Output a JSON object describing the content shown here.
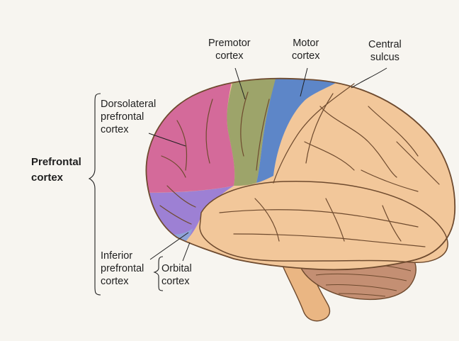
{
  "labels": {
    "premotor": [
      "Premotor",
      "cortex"
    ],
    "motor": [
      "Motor",
      "cortex"
    ],
    "central": [
      "Central",
      "sulcus"
    ],
    "dorsolateral": [
      "Dorsolateral",
      "prefrontal",
      "cortex"
    ],
    "prefrontal": [
      "Prefrontal",
      "cortex"
    ],
    "inferior": [
      "Inferior",
      "prefrontal",
      "cortex"
    ],
    "orbital": [
      "Orbital",
      "cortex"
    ]
  },
  "colors": {
    "background": "#f7f5f0",
    "cortex_tan": "#f2c79a",
    "dorsolateral": "#d46a9a",
    "premotor": "#9da46a",
    "motor": "#5d86c8",
    "inferior": "#9d80d4",
    "cerebellum": "#c48f73",
    "brainstem": "#eab683",
    "text": "#1f1f1f"
  }
}
